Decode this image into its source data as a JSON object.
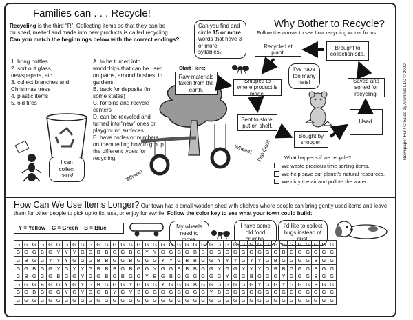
{
  "left": {
    "title": "Families can . . . Recycle!",
    "intro_bold": "Recycling",
    "intro_rest": " is the third “R”! Collecting items so that they can be crushed, melted and made into new products is called recycling.",
    "question": "Can you match the beginnings below with the correct endings?",
    "beginnings": [
      "1. bring bottles",
      "2. sort out glass, newspapers, etc.",
      "3. collect branches and Christmas trees",
      "4. plastic items",
      "5. old tires"
    ],
    "endings": [
      "A. to be turned into woodchips that can be used on paths, around bushes, in gardens",
      "B. back for deposits (in some states)",
      "C. for bins and recycle centers",
      "D. can be recycled and turned into “new” ones or playground surfaces",
      "E. have codes or numbers on them telling how to group the different types for recycling"
    ],
    "ant_bubble": "I can collect cans!",
    "wheee_left": "Wheee!",
    "wheee_right": "Wheee!"
  },
  "center": {
    "syllable_bubble_a": "Can you find and circle ",
    "syllable_bubble_b": "15 or more",
    "syllable_bubble_c": " words that have 3 or more syllables?",
    "start_here": "Start Here:",
    "hats_bubble": "I’ve have too many hats!"
  },
  "right": {
    "title": "Why Bother to Recycle?",
    "subtitle": "Follow the arrows to see how recycling works for us!",
    "flow": {
      "raw": "Raw materials taken from the earth.",
      "shipped": "Shipped to where product is made.",
      "store": "Sent to store, put on shelf.",
      "bought": "Bought by shopper.",
      "used": "Used.",
      "saved": "Saved and sorted for recycling.",
      "collection": "Brought to collection site.",
      "plant": "Recycled at plant."
    },
    "pop_quiz": "Pop Quiz!",
    "quiz_q": "What happens if we recycle?",
    "quiz_options": [
      "We waste precious time sorting items.",
      "We help save our planet’s natural resources.",
      "We dirty the air and pollute the water."
    ]
  },
  "bottom": {
    "title": "How Can We Use Items Longer?",
    "intro": " Our town has a small wooden shed with shelves where people can bring gently used items and leave them for other people to pick up to fix, use, or enjoy for awhile. ",
    "intro_bold": "Follow the color key to see what your town could build:",
    "key": "Y = Yellow    G = Green    B = Blue",
    "wheels_bubble": "My wheels need to move.",
    "crumbs_bubble": "I have some old food crumbs.",
    "hugs_bubble": "I’d like to collect hugs instead of dust.",
    "grid_rows": [
      "GGGGGGGGGGGGGGGGGGGGGGGGGGGGGGGGGGGGGGGG",
      "GGGBGYYYGGBBGGBGYYGGGGBBGGGGGGGGGBGGGGGG",
      "GBGGYYYGGGBBGGBGGGYYGBBGGYYYGYYGBGGGGBGG",
      "GGBGGYGYYGBBBGBGGYGGBBBGGYGGYYYGBBGGGBGG",
      "GBGGGBGGYGGBGBGGYBGBGGGGGGYGGBGGGYGGGBGG",
      "GGGBGGYGYGBGGGYGGGYGGGBGGGGGGGYGGYGGGBGG",
      "GGBGGGYGYGGBYGYBGGGGGGGGYBGGGGGGGGGGGGGG",
      "GGGGGGGGGGGGGGGGGGGGGGGGGGGGGGGGGGGGGGGG"
    ]
  },
  "credit": "Newspaper Fun! Created by Animmis LLC © 2020"
}
